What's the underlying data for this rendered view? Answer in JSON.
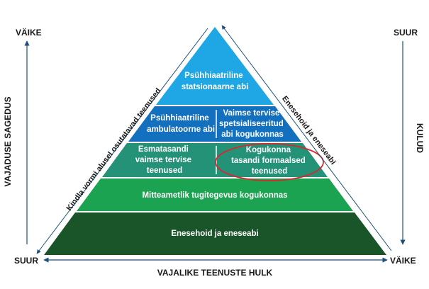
{
  "corners": {
    "top_left": "VÄIKE",
    "top_right": "SUUR",
    "bottom_left": "SUUR",
    "bottom_right": "VÄIKE"
  },
  "axes": {
    "left": "VAJADUSE SAGEDUS",
    "right": "KULUD",
    "bottom": "VAJALIKE TEENUSTE HULK"
  },
  "side_labels": {
    "left": "Kindla vormi alusel osutatavad teenused",
    "right": "Enesehoid ja eneseabi"
  },
  "layers": {
    "top": [
      "Psühhiaatriline",
      "statsionaarne abi"
    ],
    "second_left": [
      "Psühhiaatriline",
      "ambulatoorne abi"
    ],
    "second_right": [
      "Vaimse tervise",
      "spetsialiseeritud",
      "abi kogukonnas"
    ],
    "third_left": [
      "Esmatasandi",
      "vaimse tervise",
      "teenused"
    ],
    "third_right": [
      "Kogukonna",
      "tasandi formaalsed",
      "teenused"
    ],
    "fourth": "Mitteametlik tugitegevus kogukonnas",
    "base": "Enesehoid ja eneseabi"
  },
  "colors": {
    "top": "#1ea7e4",
    "second": "#1270bf",
    "third": "#239276",
    "fourth": "#1ba351",
    "base": "#1a5529",
    "highlight": "#d9272e",
    "arrow": "#1e4e79"
  }
}
